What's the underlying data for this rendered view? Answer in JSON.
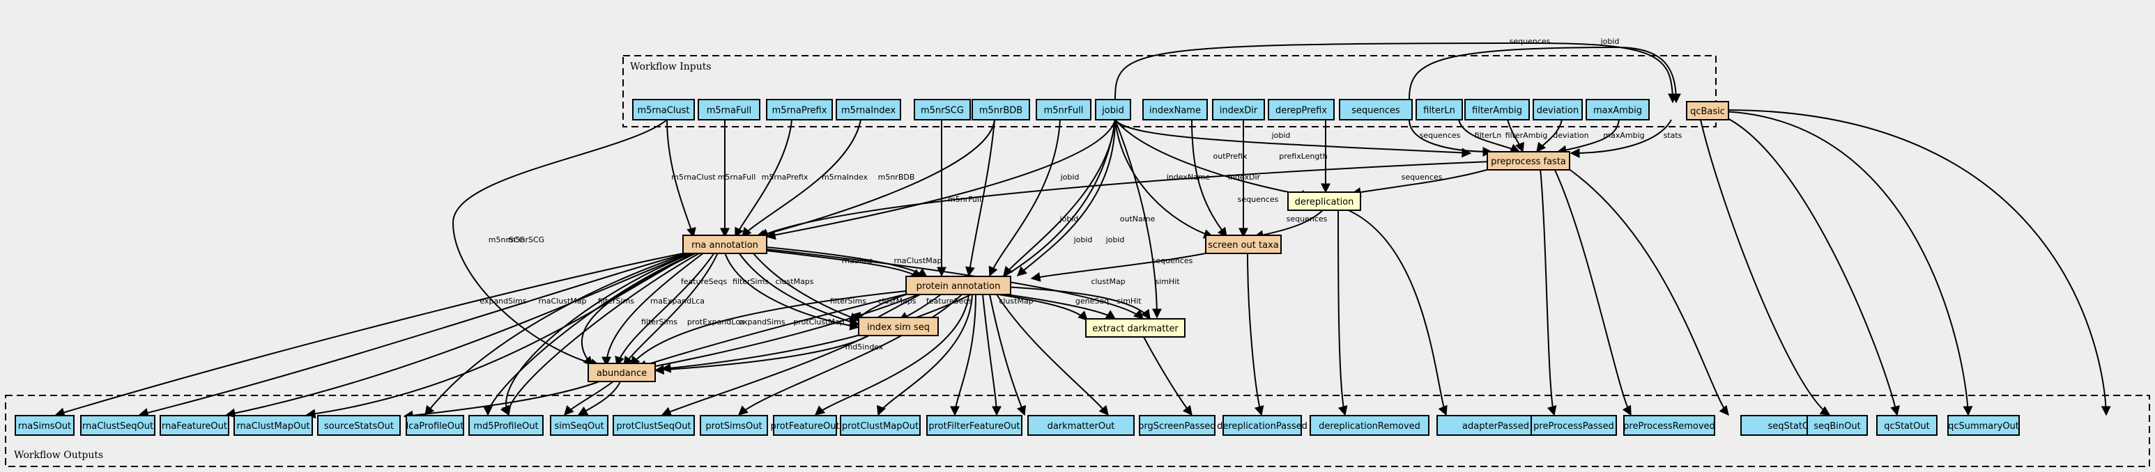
{
  "colors": {
    "background": "#eeeeee",
    "io_node": "#94ddf4",
    "step_node": "#f3cea1",
    "expression_node": "#ffffcc",
    "edge": "#000000"
  },
  "clusters": {
    "inputs_title": "Workflow Inputs",
    "outputs_title": "Workflow Outputs"
  },
  "inputs": [
    "m5rnaClust",
    "m5rnaFull",
    "m5rnaPrefix",
    "m5rnaIndex",
    "m5nrSCG",
    "m5nrBDB",
    "m5nrFull",
    "jobid",
    "indexName",
    "indexDir",
    "derepPrefix",
    "sequences",
    "filterLn",
    "filterAmbig",
    "deviation",
    "maxAmbig"
  ],
  "steps": {
    "qcBasic": "qcBasic",
    "preprocess": "preprocess fasta",
    "dereplication": "dereplication",
    "screen": "screen out taxa",
    "rna": "rna annotation",
    "protein": "protein annotation",
    "indexsim": "index sim seq",
    "darkmatter": "extract darkmatter",
    "abundance": "abundance"
  },
  "outputs": [
    "rnaSimsOut",
    "rnaClustSeqOut",
    "rnaFeatureOut",
    "rnaClustMapOut",
    "sourceStatsOut",
    "lcaProfileOut",
    "md5ProfileOut",
    "simSeqOut",
    "protClustSeqOut",
    "protSimsOut",
    "protFeatureOut",
    "protClustMapOut",
    "protFilterFeatureOut",
    "darkmatterOut",
    "orgScreenPassed",
    "dereplicationPassed",
    "dereplicationRemoved",
    "adapterPassed",
    "preProcessPassed",
    "preProcessRemoved",
    "seqStatOut",
    "seqBinOut",
    "qcStatOut",
    "qcSummaryOut"
  ],
  "edge_labels": [
    "sequences",
    "jobid",
    "stats",
    "sequences",
    "filterLn",
    "filterAmbig",
    "deviation",
    "maxAmbig",
    "jobid",
    "prefixLength",
    "outPrefix",
    "sequences",
    "indexName",
    "indexDir",
    "sequences",
    "m5rnaClust",
    "m5rnaFull",
    "m5rnaPrefix",
    "m5rnaIndex",
    "m5nrBDB",
    "jobid",
    "sequences",
    "m5nrSCG",
    "m5nrFull",
    "jobid",
    "jobid",
    "outName",
    "sequences",
    "rnaSims",
    "rnaClustMap",
    "featureSeqs",
    "filterSims",
    "clustMaps",
    "filterSims",
    "clustMaps",
    "featureSeqs",
    "clustMap",
    "geneSeq",
    "simHit",
    "clustMap",
    "simHit",
    "expandSims",
    "rnaClustMap",
    "filterSims",
    "rnaExpandLca",
    "filterSims",
    "protExpandLca",
    "expandSims",
    "protClustMap",
    "md5index",
    "m5nrSCG",
    "jobid"
  ]
}
